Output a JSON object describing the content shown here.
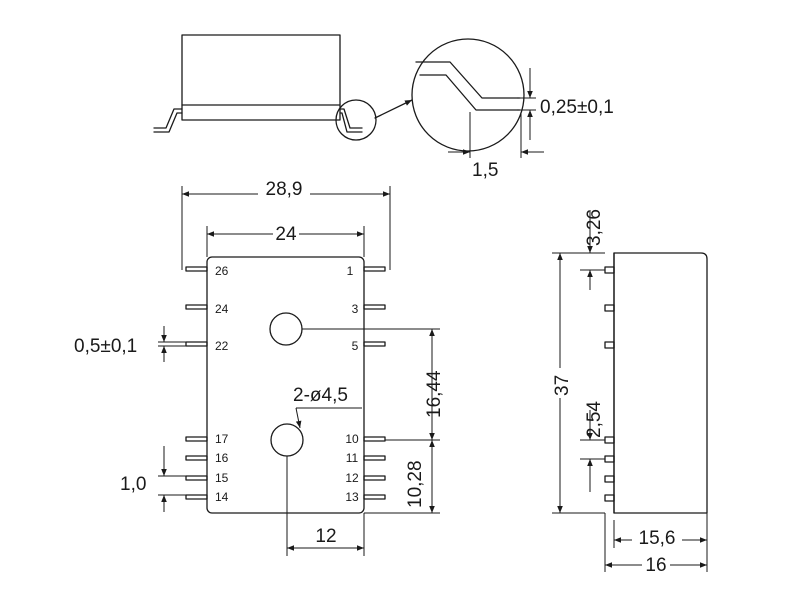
{
  "dimensions": {
    "lead_thickness": "0,25±0,1",
    "lead_foot": "1,5",
    "overall_width_with_leads": "28,9",
    "body_width": "24",
    "lead_width": "0,5±0,1",
    "hole_spacing": "16,44",
    "holes": "2-ø4,5",
    "lower_hole_offset": "10,28",
    "pin_pitch": "1,0",
    "hole_x_offset": "12",
    "first_pin_offset": "3,26",
    "body_length": "37",
    "pin_spacing": "2,54",
    "body_height": "15,6",
    "overall_height": "16"
  },
  "pins": {
    "left": [
      "26",
      "24",
      "22",
      "17",
      "16",
      "15",
      "14"
    ],
    "right": [
      "1",
      "3",
      "5",
      "10",
      "11",
      "12",
      "13"
    ]
  }
}
